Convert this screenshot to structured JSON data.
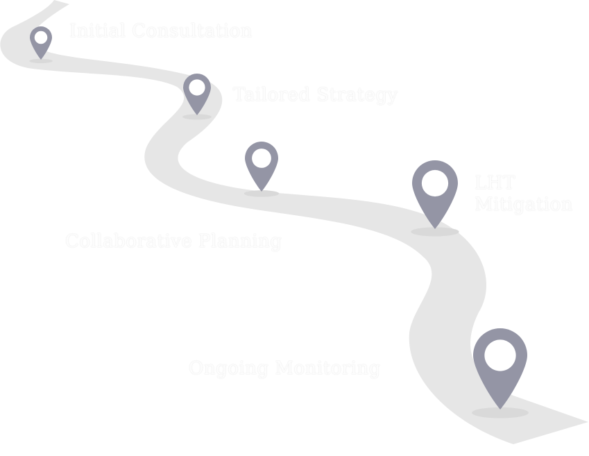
{
  "roadmap": {
    "steps": [
      {
        "label": "Initial Consultation"
      },
      {
        "label": "Tailored Strategy"
      },
      {
        "label": "Collaborative Planning"
      },
      {
        "label": "LHT Mitigation"
      },
      {
        "label": "Ongoing Monitoring"
      }
    ]
  },
  "colors": {
    "road": "#e6e6e6",
    "pin": "#9495a5",
    "pin_hole": "#ffffff",
    "pin_shadow": "#d9d9d9",
    "label_text": "#fdfdfd"
  },
  "icons": [
    "map-pin-icon"
  ]
}
